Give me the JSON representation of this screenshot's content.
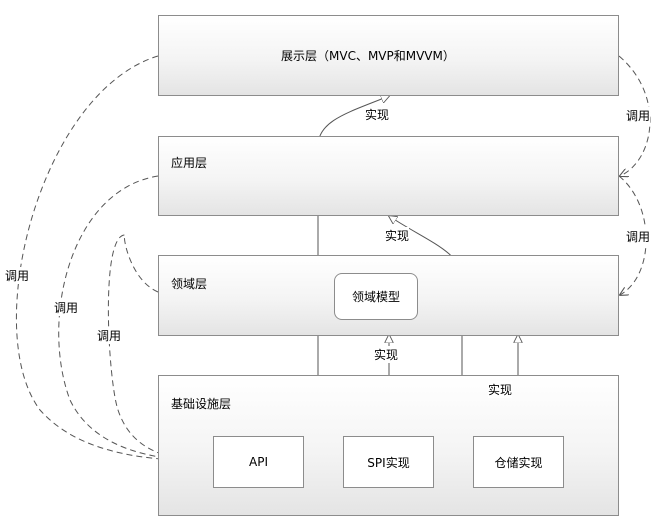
{
  "layers": {
    "presentation": "展示层（MVC、MVP和MVVM）",
    "application": "应用层",
    "domain": "领域层",
    "infrastructure": "基础设施层"
  },
  "components": {
    "domain_model": "领域模型",
    "api": "API",
    "spi_impl": "SPI实现",
    "repo_impl": "仓储实现"
  },
  "edge_labels": {
    "implement": "实现",
    "call": "调用"
  }
}
